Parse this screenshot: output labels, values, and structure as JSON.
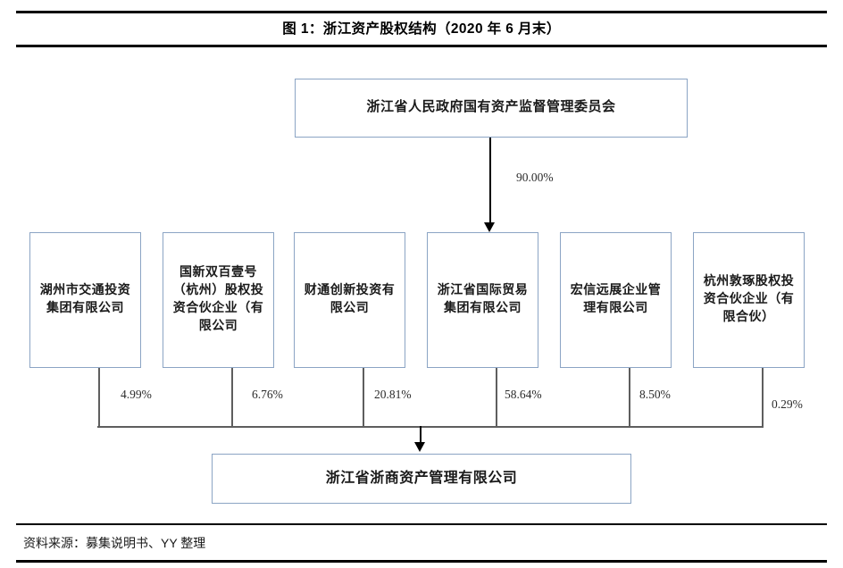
{
  "figure": {
    "title": "图 1：浙江资产股权结构（2020 年 6 月末）",
    "source": "资料来源：募集说明书、YY 整理"
  },
  "chart_data": {
    "type": "diagram",
    "title": "图 1：浙江资产股权结构（2020 年 6 月末）",
    "subtitle": "",
    "diagram_kind": "ownership-structure-tree",
    "ultimate_controller": {
      "label": "浙江省人民政府国有资产监督管理委员会",
      "owns": {
        "target": "浙江省国际贸易集团有限公司",
        "percent": "90.00%",
        "percent_value": 90.0
      }
    },
    "shareholders": [
      {
        "label": "湖州市交通投资集团有限公司",
        "percent": "4.99%",
        "percent_value": 4.99
      },
      {
        "label": "国新双百壹号（杭州）股权投资合伙企业（有限公司",
        "percent": "6.76%",
        "percent_value": 6.76
      },
      {
        "label": "财通创新投资有限公司",
        "percent": "20.81%",
        "percent_value": 20.81
      },
      {
        "label": "浙江省国际贸易集团有限公司",
        "percent": "58.64%",
        "percent_value": 58.64
      },
      {
        "label": "宏信远展企业管理有限公司",
        "percent": "8.50%",
        "percent_value": 8.5
      },
      {
        "label": "杭州敦琢股权投资合伙企业（有限合伙）",
        "percent": "0.29%",
        "percent_value": 0.29
      }
    ],
    "subject_company": {
      "label": "浙江省浙商资产管理有限公司"
    },
    "colors": {
      "box_border": "#8ba4c4",
      "connector": "#5e5e5e",
      "arrow": "#000000",
      "rule": "#000000",
      "background": "#ffffff"
    }
  }
}
